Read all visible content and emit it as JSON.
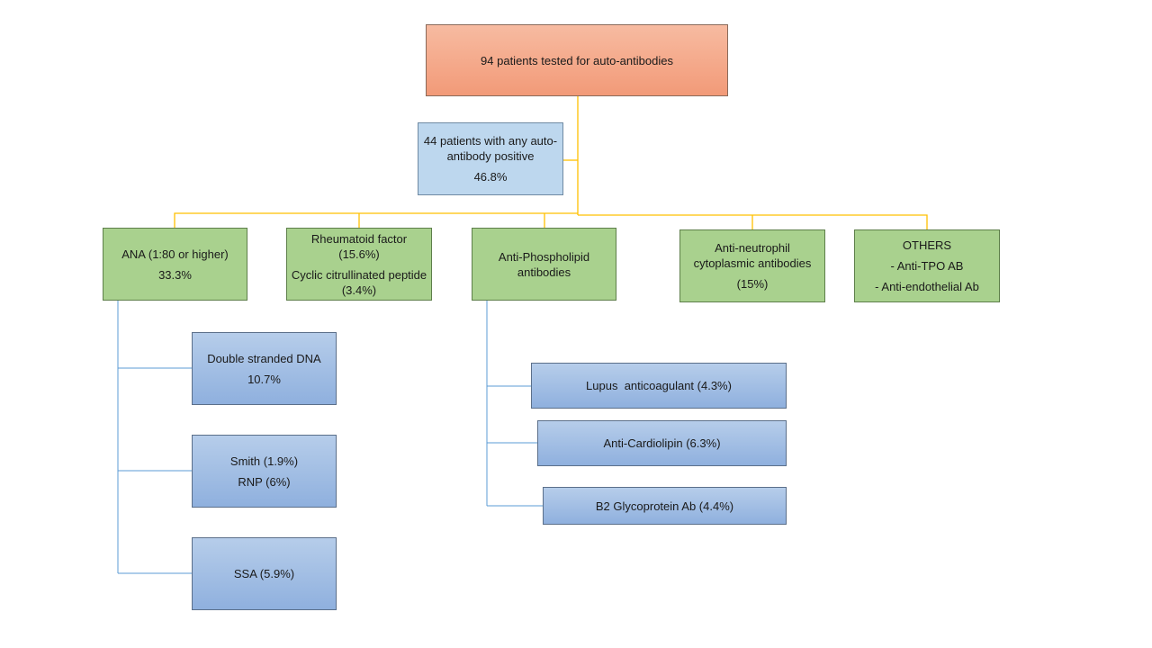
{
  "colors": {
    "root_fill": "#f4a582",
    "summary_fill": "#bdd7ee",
    "category_fill": "#a9d18e",
    "sub_fill": "#9dbae2",
    "connector_gold": "#ffc000",
    "connector_blue": "#5b9bd5"
  },
  "root": {
    "text": "94 patients tested for auto-antibodies"
  },
  "summary": {
    "line1": "44 patients with any auto-",
    "line2": "antibody positive",
    "line3": "46.8%"
  },
  "categories": {
    "ana": {
      "line1": "ANA (1:80 or higher)",
      "line2": "33.3%"
    },
    "rf": {
      "line1": "Rheumatoid factor",
      "line2": "(15.6%)",
      "line3": "Cyclic citrullinated peptide",
      "line4": "(3.4%)"
    },
    "apl": {
      "line1": "Anti-Phospholipid",
      "line2": "antibodies"
    },
    "anca": {
      "line1": "Anti-neutrophil",
      "line2": "cytoplasmic antibodies",
      "line3": "(15%)"
    },
    "others": {
      "line1": "OTHERS",
      "line2": "- Anti-TPO AB",
      "line3": "- Anti-endothelial Ab"
    }
  },
  "ana_children": {
    "dsdna": {
      "line1": "Double stranded DNA",
      "line2": "10.7%"
    },
    "smith": {
      "line1": "Smith (1.9%)",
      "line2": "RNP (6%)"
    },
    "ssa": {
      "line1": "SSA (5.9%)"
    }
  },
  "apl_children": {
    "lupus": {
      "line1": "Lupus  anticoagulant (4.3%)"
    },
    "cardiolipin": {
      "line1": "Anti-Cardiolipin (6.3%)"
    },
    "b2gp": {
      "line1": "B2 Glycoprotein Ab (4.4%)"
    }
  }
}
